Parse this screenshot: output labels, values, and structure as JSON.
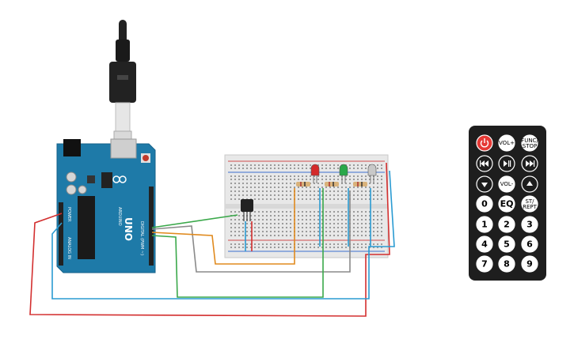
{
  "arduino": {
    "model_label": "UNO",
    "brand_label": "ARDUINO",
    "digital_label": "DIGITAL (PWM ~)",
    "analog_label": "ANALOG IN",
    "power_label": "POWER"
  },
  "remote": {
    "buttons": [
      {
        "label": "",
        "name": "power-button",
        "icon": "power-icon"
      },
      {
        "label": "VOL+",
        "name": "vol-up-button"
      },
      {
        "label": "FUNC/ STOP",
        "name": "func-stop-button"
      },
      {
        "label": "",
        "name": "prev-button",
        "icon": "rewind-icon"
      },
      {
        "label": "",
        "name": "play-pause-button",
        "icon": "play-pause-icon"
      },
      {
        "label": "",
        "name": "next-button",
        "icon": "fast-forward-icon"
      },
      {
        "label": "",
        "name": "down-button",
        "icon": "down-arrow-icon"
      },
      {
        "label": "VOL-",
        "name": "vol-down-button"
      },
      {
        "label": "",
        "name": "up-button",
        "icon": "up-arrow-icon"
      },
      {
        "label": "0",
        "name": "digit-0-button"
      },
      {
        "label": "EQ",
        "name": "eq-button"
      },
      {
        "label": "ST/ REPT",
        "name": "st-rept-button"
      },
      {
        "label": "1",
        "name": "digit-1-button"
      },
      {
        "label": "2",
        "name": "digit-2-button"
      },
      {
        "label": "3",
        "name": "digit-3-button"
      },
      {
        "label": "4",
        "name": "digit-4-button"
      },
      {
        "label": "5",
        "name": "digit-5-button"
      },
      {
        "label": "6",
        "name": "digit-6-button"
      },
      {
        "label": "7",
        "name": "digit-7-button"
      },
      {
        "label": "8",
        "name": "digit-8-button"
      },
      {
        "label": "9",
        "name": "digit-9-button"
      }
    ]
  },
  "leds": [
    {
      "name": "red-led",
      "color": "#d42a2a"
    },
    {
      "name": "green-led",
      "color": "#2aa84a"
    },
    {
      "name": "white-led",
      "color": "#c8c8c8"
    }
  ],
  "wire_colors": {
    "red": "#d32f2f",
    "blue": "#2a9bd2",
    "green": "#3aa84a",
    "gray": "#8a8a8a",
    "orange": "#e08a1e",
    "black": "#222222"
  }
}
